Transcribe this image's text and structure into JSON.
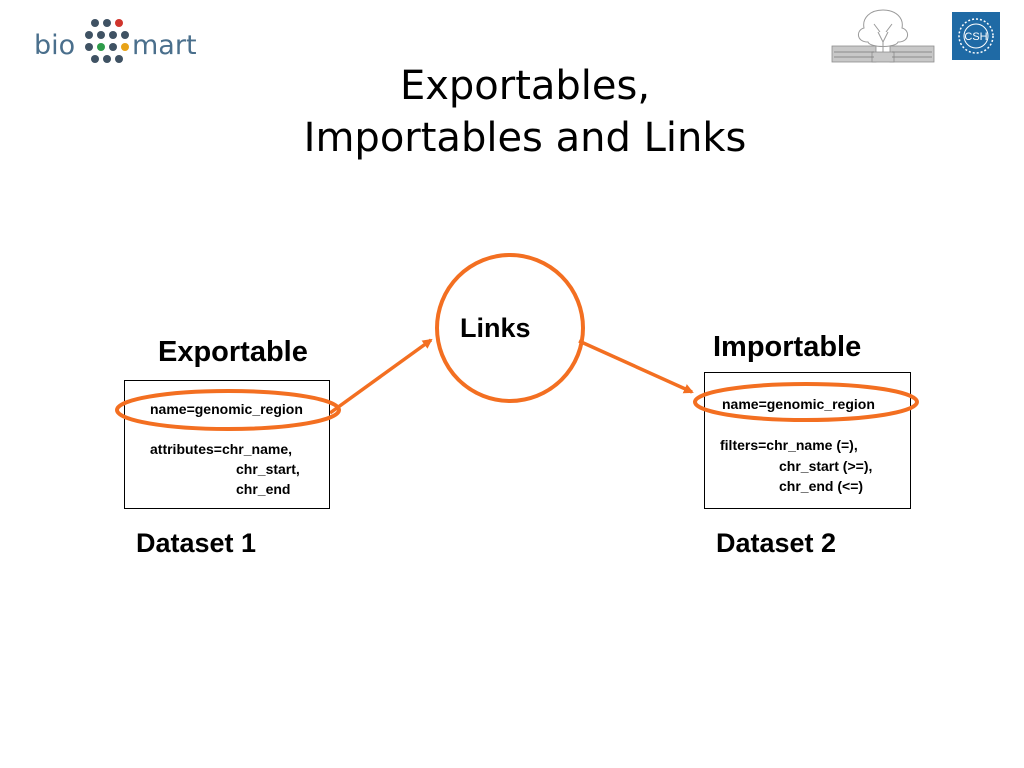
{
  "logo": {
    "left_text": "bio",
    "right_text": "mart"
  },
  "header_icons": {
    "building": "building-illustration-icon",
    "csh": "CSH"
  },
  "title": {
    "line1": "Exportables,",
    "line2": "Importables and Links"
  },
  "links": {
    "label": "Links"
  },
  "exportable": {
    "heading": "Exportable",
    "name_line": "name=genomic_region",
    "attr_line1": "attributes=chr_name,",
    "attr_line2": "chr_start,",
    "attr_line3": "chr_end",
    "dataset_label": "Dataset 1"
  },
  "importable": {
    "heading": "Importable",
    "name_line": "name=genomic_region",
    "filter_line1": "filters=chr_name (=),",
    "filter_line2": "chr_start (>=),",
    "filter_line3": "chr_end (<=)",
    "dataset_label": "Dataset 2"
  },
  "colors": {
    "accent": "#f36f21",
    "logo_text": "#4a6f8c",
    "csh_blue": "#1f6aa5"
  }
}
